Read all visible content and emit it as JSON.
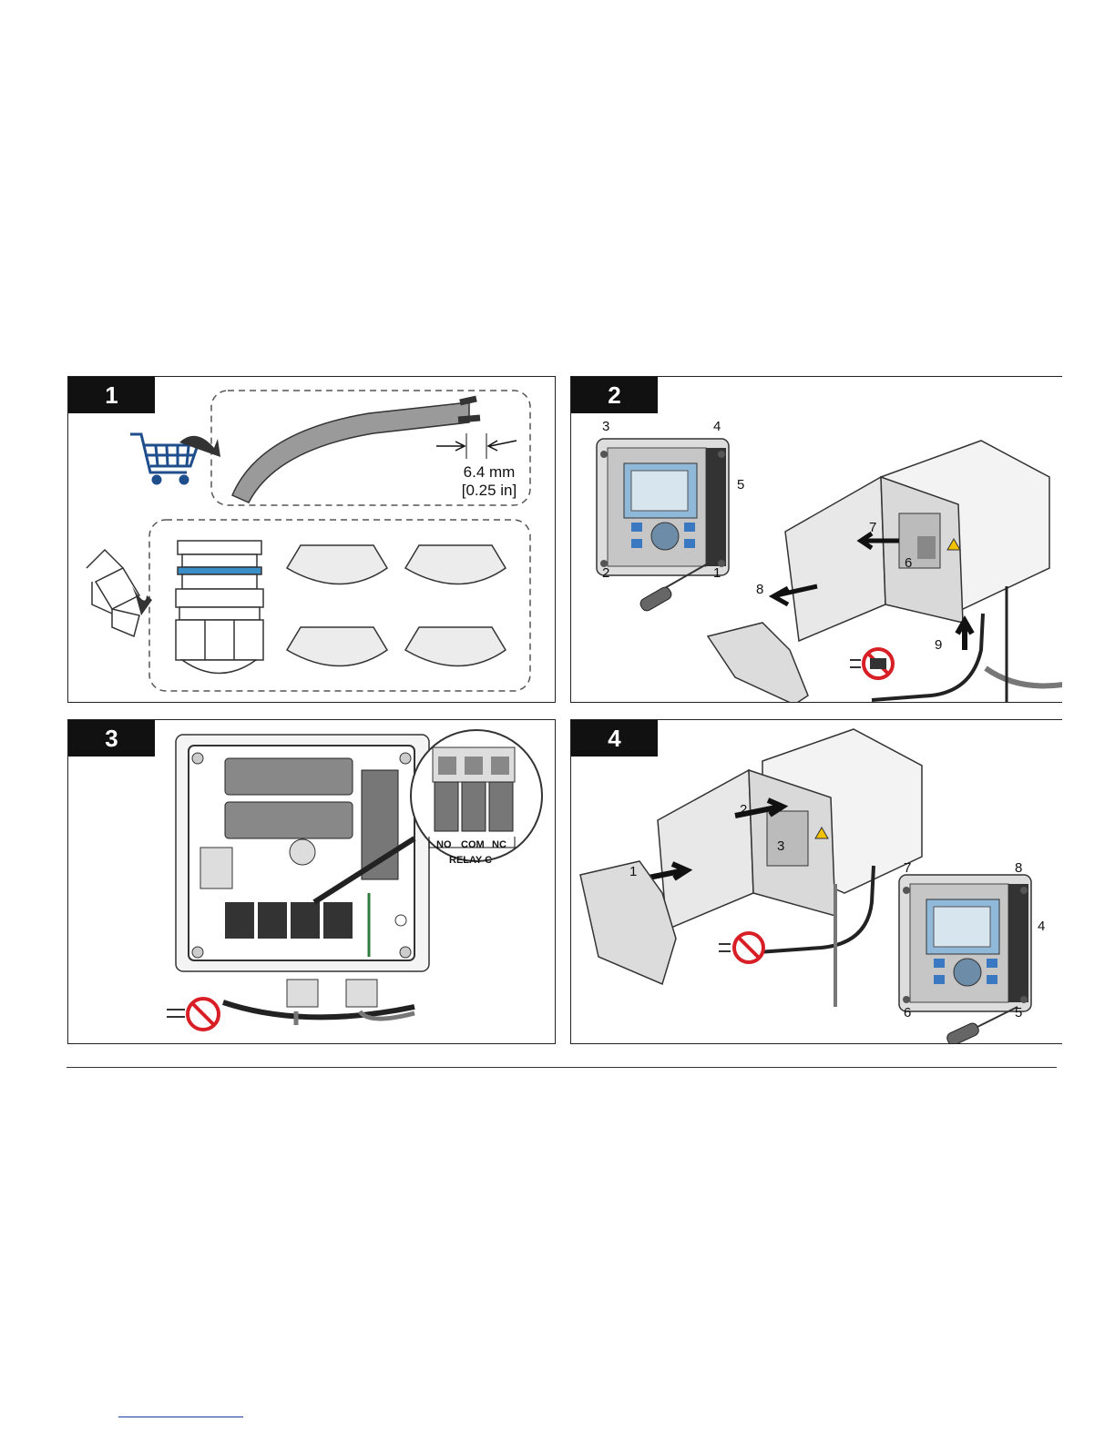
{
  "steps": [
    {
      "number": "1",
      "dimension_mm": "6.4 mm",
      "dimension_in": "[0.25 in]",
      "icons": [
        "shopping-cart-icon",
        "open-box-icon"
      ]
    },
    {
      "number": "2",
      "callouts": [
        "1",
        "2",
        "3",
        "4",
        "5",
        "6",
        "7",
        "8",
        "9"
      ]
    },
    {
      "number": "3",
      "relay_terminals": [
        "NO",
        "COM",
        "NC"
      ],
      "relay_name": "RELAY C"
    },
    {
      "number": "4",
      "callouts": [
        "1",
        "2",
        "3",
        "4",
        "5",
        "6",
        "7",
        "8"
      ]
    }
  ],
  "colors": {
    "badge": "#111111",
    "cart": "#1f4e8c",
    "gasket": "#3a8fc9",
    "no_power": "#d81f26"
  }
}
